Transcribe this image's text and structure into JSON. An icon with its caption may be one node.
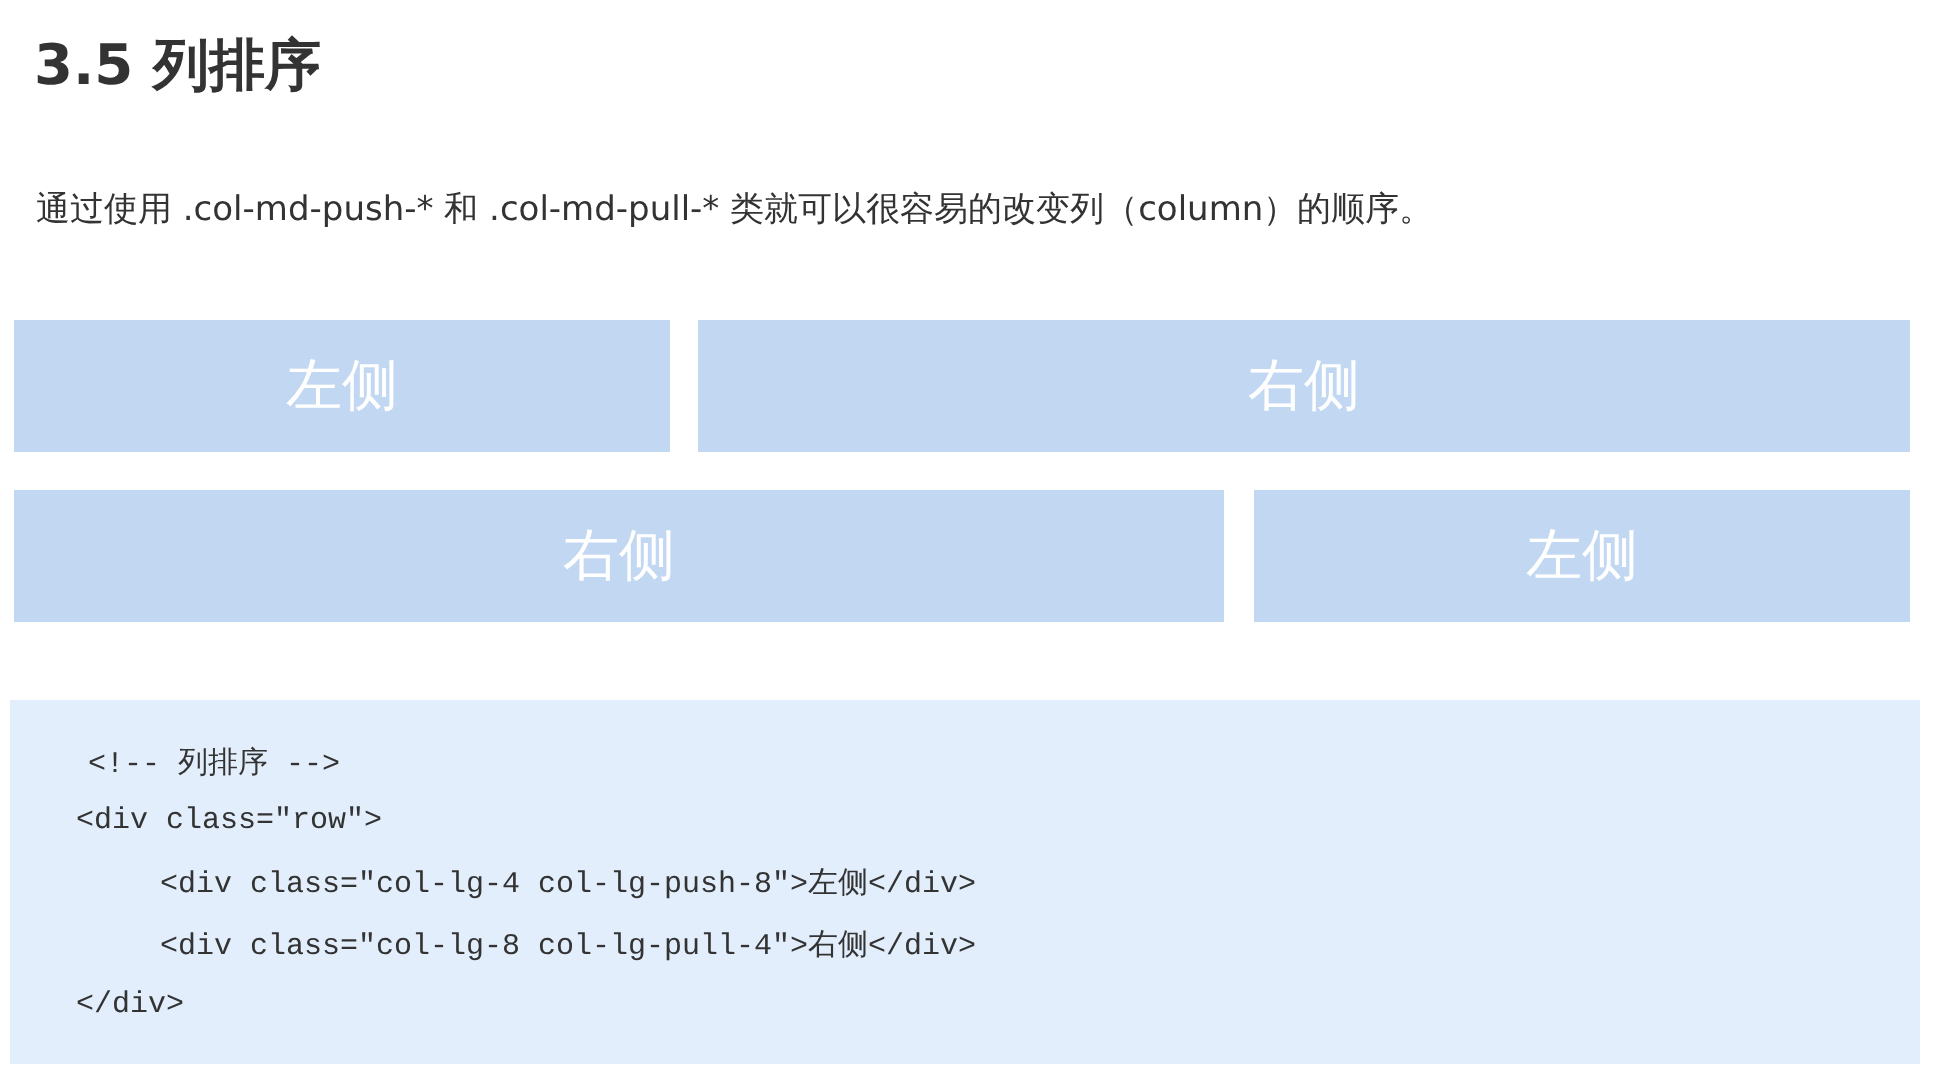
{
  "diagram": {
    "title": "3.5 列排序",
    "nodes": [
      {
        "text": [
          "左侧"
        ]
      },
      {
        "text": [
          "右侧"
        ]
      },
      {
        "text": [
          "右侧"
        ]
      },
      {
        "text": [
          "左侧"
        ]
      }
    ],
    "labels": [
      "通过使用 .col-md-push-* 和 .col-md-pull-* 类就可以很容易的改变列（column）的顺序。",
      "<!-- 列排序 -->",
      "<div class=\"row\">",
      "<div class=\"col-lg-4 col-lg-push-8\">左侧</div>",
      "<div class=\"col-lg-8 col-lg-pull-4\">右侧</div>",
      "</div>"
    ]
  }
}
